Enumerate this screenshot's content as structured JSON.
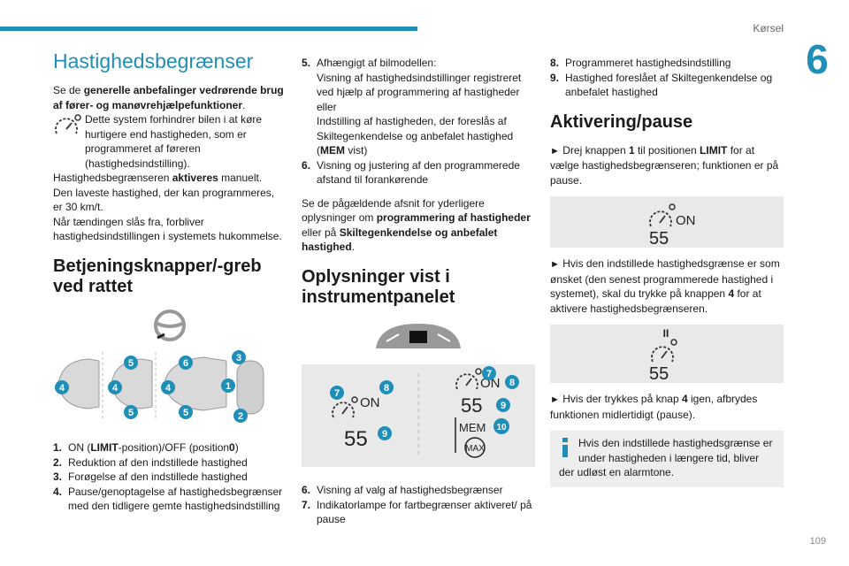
{
  "header": {
    "section": "Kørsel",
    "chapter": "6",
    "page": "109"
  },
  "col1": {
    "title": "Hastighedsbegrænser",
    "intro_pre": "Se de ",
    "intro_bold": "generelle anbefalinger vedrørende brug af fører- og manøvrehjælpefunktioner",
    "intro_post": ".",
    "line1": "Dette system forhindrer bilen i at køre hurtigere end hastigheden, som er programmeret af føreren (hastighedsindstilling).",
    "line2_pre": "Hastighedsbegrænseren ",
    "line2_bold": "aktiveres",
    "line2_post": " manuelt.",
    "line3": "Den laveste hastighed, der kan programmeres, er 30 km/t.",
    "line4": "Når tændingen slås fra, forbliver hastighedsindstillingen i systemets hukommelse.",
    "heading": "Betjeningsknapper/-greb ved rattet",
    "items": [
      {
        "num": "1.",
        "pre": "ON (",
        "bold": "LIMIT",
        "mid": "-position)/OFF (position",
        "bold2": "0",
        "post": ")"
      },
      {
        "num": "2.",
        "text": "Reduktion af den indstillede hastighed"
      },
      {
        "num": "3.",
        "text": "Forøgelse af den indstillede hastighed"
      },
      {
        "num": "4.",
        "text": "Pause/genoptagelse af hastighedsbegrænser med den tidligere gemte hastighedsindstilling"
      }
    ]
  },
  "col2": {
    "item5_num": "5.",
    "item5_a": "Afhængigt af bilmodellen:",
    "item5_b": "Visning af hastighedsindstillinger registreret ved hjælp af programmering af hastigheder",
    "item5_c": "eller",
    "item5_d": "Indstilling af hastigheden, der foreslås af Skiltegenkendelse og anbefalet hastighed",
    "item5_e_pre": "(",
    "item5_e_bold": "MEM",
    "item5_e_post": " vist)",
    "item6_num": "6.",
    "item6": "Visning og justering af den programmerede afstand til forankørende",
    "see_pre": "Se de pågældende afsnit for yderligere oplysninger om ",
    "see_bold1": "programmering af hastigheder",
    "see_mid": " eller på ",
    "see_bold2": "Skiltegenkendelse og anbefalet hastighed",
    "see_post": ".",
    "heading": "Oplysninger vist i instrumentpanelet",
    "items": [
      {
        "num": "6.",
        "text": "Visning af valg af hastighedsbegrænser"
      },
      {
        "num": "7.",
        "text": "Indikatorlampe for fartbegrænser aktiveret/ på pause"
      }
    ],
    "display": {
      "on": "ON",
      "speed": "55",
      "mem": "MEM",
      "max": "MAX",
      "c7": "7",
      "c8": "8",
      "c9": "9",
      "c10": "10"
    }
  },
  "col3": {
    "items": [
      {
        "num": "8.",
        "text": "Programmeret hastighedsindstilling"
      },
      {
        "num": "9.",
        "text": "Hastighed foreslået af Skiltegenkendelse og anbefalet hastighed"
      }
    ],
    "heading": "Aktivering/pause",
    "step1_pre": "Drej knappen ",
    "step1_b1": "1",
    "step1_mid": " til positionen ",
    "step1_b2": "LIMIT",
    "step1_post": " for at vælge hastighedsbegrænseren; funktionen er på pause.",
    "step2_pre": "Hvis den indstillede hastighedsgrænse er som ønsket (den senest programmerede hastighed i systemet), skal du trykke på knappen ",
    "step2_b": "4",
    "step2_post": " for at aktivere hastighedsbegrænseren.",
    "step3_pre": "Hvis der trykkes på knap ",
    "step3_b": "4",
    "step3_post": " igen, afbrydes funktionen midlertidigt (pause).",
    "info": "Hvis den indstillede hastighedsgrænse er under hastigheden i længere tid, bliver der udløst en alarmtone.",
    "display": {
      "on": "ON",
      "speed": "55",
      "pause": "II"
    }
  },
  "controls": {
    "c1": "1",
    "c2": "2",
    "c3": "3",
    "c4": "4",
    "c5": "5",
    "c6": "6"
  },
  "colors": {
    "accent": "#1f8fb8",
    "box": "#e9e9e9"
  }
}
